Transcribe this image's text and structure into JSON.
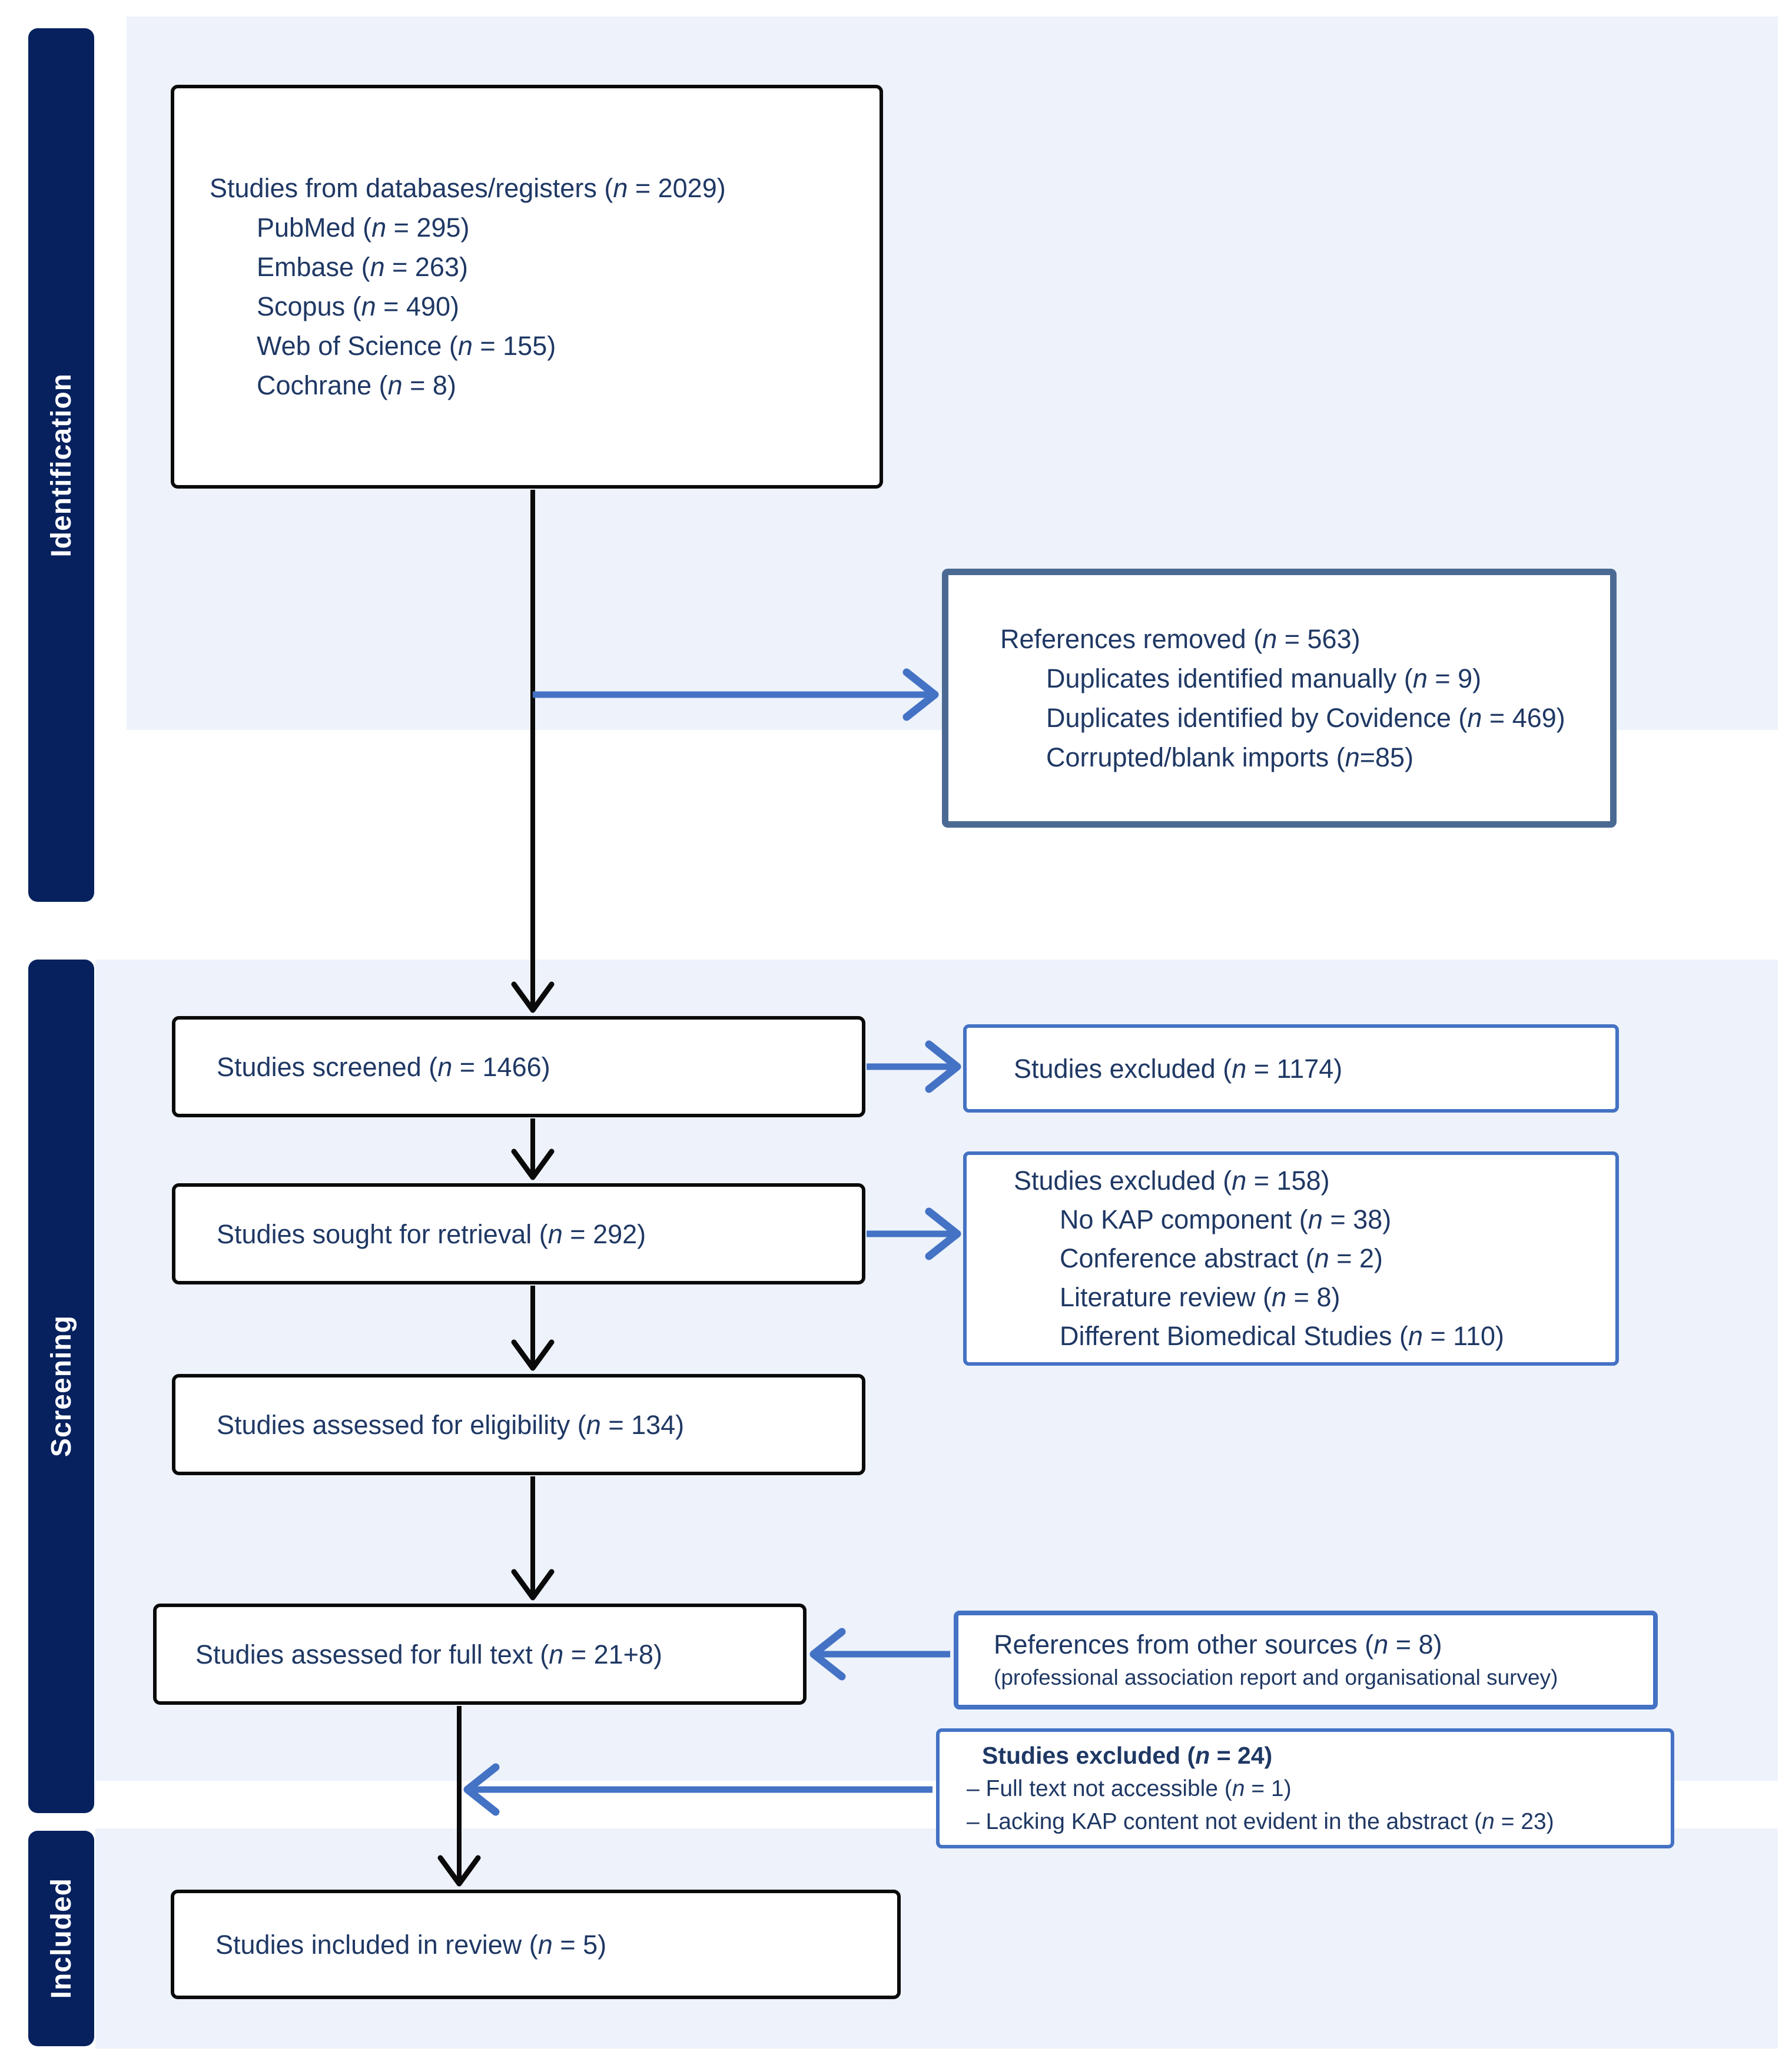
{
  "diagram": {
    "sidebar": [
      {
        "label": "Identification"
      },
      {
        "label": "Screening"
      },
      {
        "label": "Included"
      }
    ],
    "boxes": {
      "databases": {
        "title": "Studies from databases/registers (n = 2029)",
        "items": [
          "PubMed (n = 295)",
          "Embase (n = 263)",
          "Scopus (n = 490)",
          "Web of Science (n = 155)",
          "Cochrane (n = 8)"
        ]
      },
      "references_removed": {
        "title": "References removed (n = 563)",
        "items": [
          "Duplicates identified manually (n = 9)",
          "Duplicates identified by Covidence (n = 469)",
          "Corrupted/blank imports (n=85)"
        ]
      },
      "screened": {
        "title": "Studies screened (n = 1466)"
      },
      "excluded_screening": {
        "title": "Studies excluded (n = 1174)"
      },
      "sought": {
        "title": "Studies sought for retrieval (n = 292)"
      },
      "excluded_retrieval": {
        "title": "Studies excluded (n = 158)",
        "items": [
          "No KAP component (n = 38)",
          "Conference abstract (n = 2)",
          "Literature review (n = 8)",
          "Different Biomedical Studies (n = 110)"
        ]
      },
      "eligibility": {
        "title": "Studies assessed for eligibility (n = 134)"
      },
      "full_text": {
        "title": "Studies assessed for full text (n = 21+8)"
      },
      "other_sources": {
        "title": "References from other sources (n = 8)",
        "subtitle": "(professional association report and organisational survey)"
      },
      "excluded_full_text": {
        "title": "Studies excluded (n = 24)",
        "items": [
          "– Full text not accessible (n = 1)",
          "– Lacking KAP content not evident in the abstract (n = 23)"
        ]
      },
      "included": {
        "title": "Studies included in review (n = 5)"
      }
    },
    "colors": {
      "sidebar_navy": "#06215e",
      "band_blue": "#edf2fb",
      "text_navy": "#1f3864",
      "accent_blue": "#4472c4",
      "steel_border": "#4b6a93",
      "box_border_black": "#0a0a0a"
    }
  }
}
